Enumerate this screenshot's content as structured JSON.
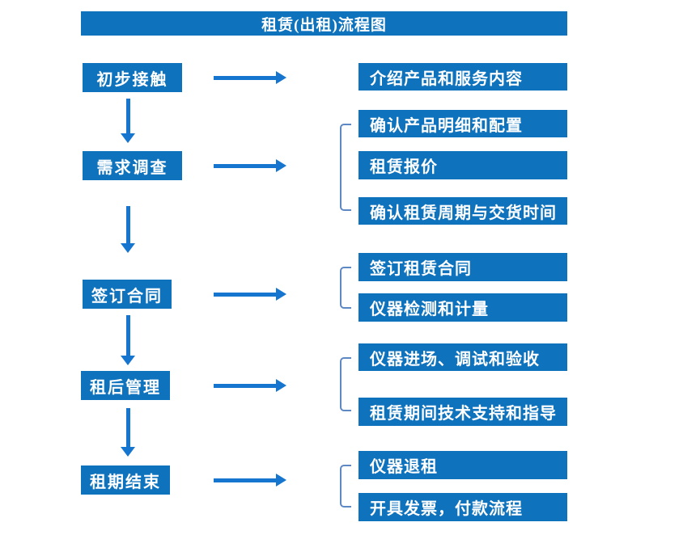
{
  "title": "租赁(出租)流程图",
  "colors": {
    "box_blue": "#0e72bd",
    "arrow_blue": "#1575cf",
    "bracket_blue": "#5e88c4",
    "text_white": "#ffffff",
    "background": "#ffffff"
  },
  "stages": [
    {
      "label": "初步接触",
      "details": [
        "介绍产品和服务内容"
      ]
    },
    {
      "label": "需求调查",
      "details": [
        "确认产品明细和配置",
        "租赁报价",
        "确认租赁周期与交货时间"
      ]
    },
    {
      "label": "签订合同",
      "details": [
        "签订租赁合同",
        "仪器检测和计量"
      ]
    },
    {
      "label": "租后管理",
      "details": [
        "仪器进场、调试和验收",
        "租赁期间技术支持和指导"
      ]
    },
    {
      "label": "租期结束",
      "details": [
        "仪器退租",
        "开具发票，付款流程"
      ]
    }
  ]
}
